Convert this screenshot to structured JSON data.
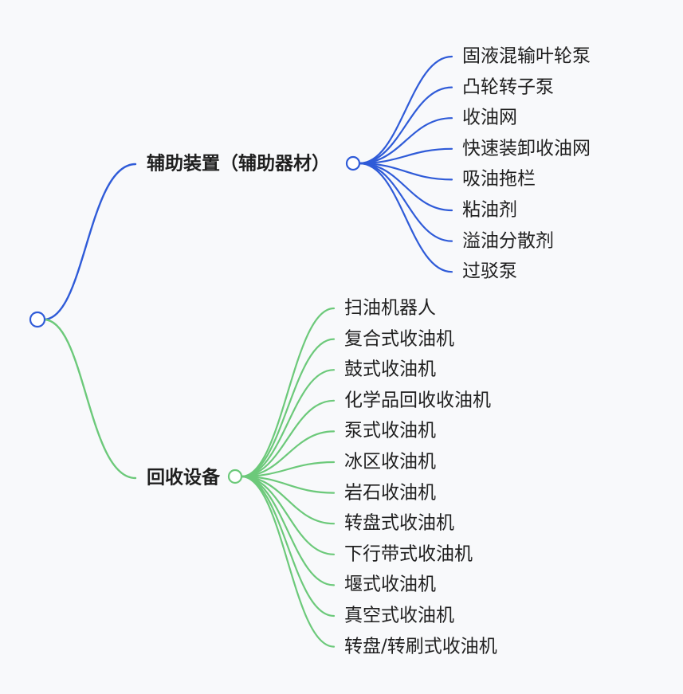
{
  "mindmap": {
    "colors": {
      "blue": "#2f5bd8",
      "green": "#6cc97a",
      "node_fill": "#ffffff",
      "text": "#1f1f1f"
    },
    "branches": [
      {
        "id": "aux",
        "label": "辅助装置（辅助器材）",
        "color": "blue",
        "children": [
          "固液混输叶轮泵",
          "凸轮转子泵",
          "收油网",
          "快速装卸收油网",
          "吸油拖栏",
          "粘油剂",
          "溢油分散剂",
          "过驳泵"
        ]
      },
      {
        "id": "rec",
        "label": "回收设备",
        "color": "green",
        "children": [
          "扫油机器人",
          "复合式收油机",
          "鼓式收油机",
          "化学品回收收油机",
          "泵式收油机",
          "冰区收油机",
          "岩石收油机",
          "转盘式收油机",
          "下行带式收油机",
          "堰式收油机",
          "真空式收油机",
          "转盘/转刷式收油机"
        ]
      }
    ]
  }
}
